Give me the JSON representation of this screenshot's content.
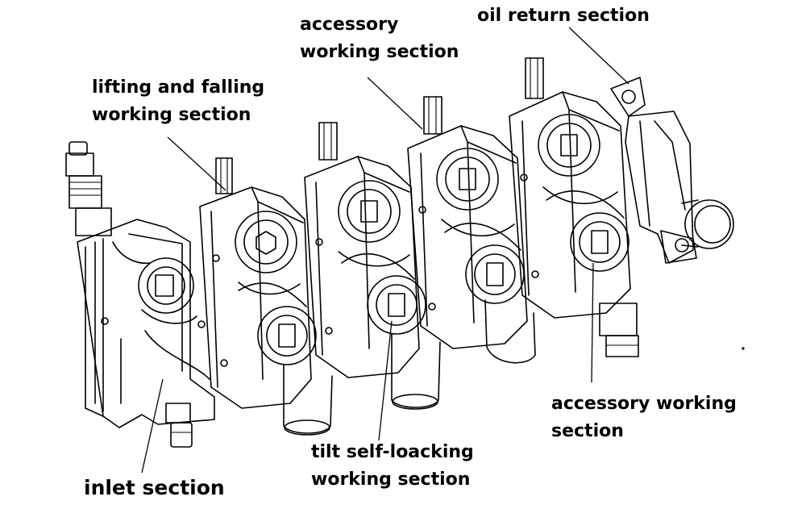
{
  "labels": {
    "oil_return": "oil return section",
    "accessory_top_line1": "accessory",
    "accessory_top_line2": "working section",
    "lifting_line1": "lifting and falling",
    "lifting_line2": "working section",
    "accessory_right_line1": "accessory working",
    "accessory_right_line2": "section",
    "tilt_line1": "tilt self-loacking",
    "tilt_line2": "working section",
    "inlet": "inlet section"
  }
}
